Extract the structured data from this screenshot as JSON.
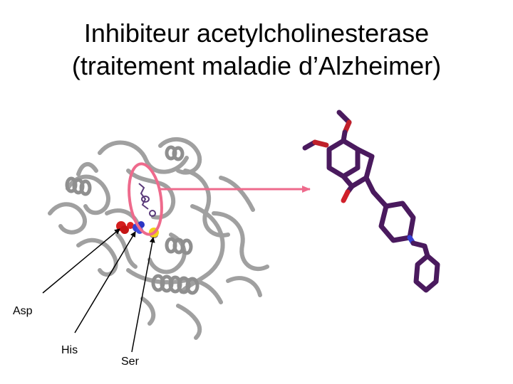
{
  "title": {
    "line1": "Inhibiteur acetylcholinesterase",
    "line2": "(traitement maladie d’Alzheimer)"
  },
  "labels": {
    "asp": "Asp",
    "his": "His",
    "ser": "Ser"
  },
  "colors": {
    "protein_ribbon": "#9a9a9a",
    "ligand": "#4a1a5e",
    "oxygen": "#cc1a1a",
    "nitrogen": "#3a46d6",
    "sulfur_or_ser": "#f2d21a",
    "highlight": "#ee6a8c",
    "pointer_lines": "#000000"
  },
  "icons": {
    "protein": "protein-ribbon-structure",
    "ligand": "donepezil-stick-model"
  }
}
